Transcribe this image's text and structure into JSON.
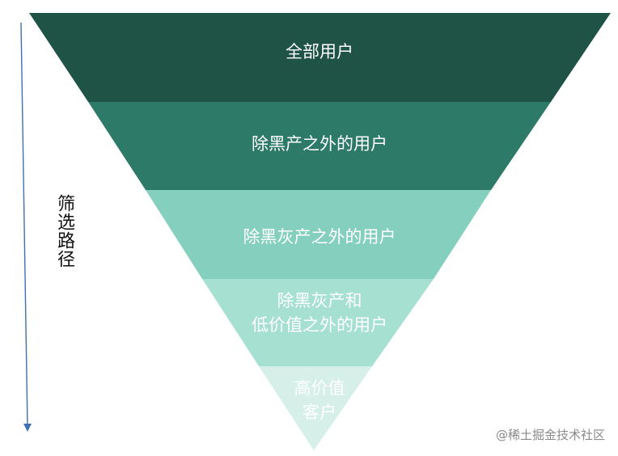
{
  "axis_label": "筛选路径",
  "stages": [
    {
      "label": "全部用户",
      "color": "#1f5346"
    },
    {
      "label": "除黑产之外的用户",
      "color": "#2c7a67"
    },
    {
      "label": "除黑灰产之外的用户",
      "color": "#84cfbe"
    },
    {
      "label": "除黑灰产和\n低价值之外的用户",
      "color": "#a6e0d1"
    },
    {
      "label": "高价值\n客户",
      "color": "#d6f0e9"
    }
  ],
  "arrow_color": "#3f6fb5",
  "watermark": "@稀土掘金技术社区"
}
